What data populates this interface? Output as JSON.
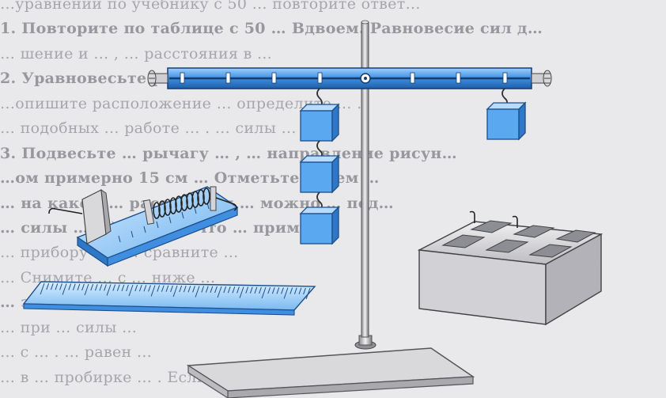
{
  "page": {
    "background_color": "#e9e9ec",
    "show_through_text_color": "#6f6f78"
  },
  "show_through_lines": [
    {
      "text": "…уравнений по учебнику с 50 … повторите ответ…",
      "bold": false
    },
    {
      "text": "1. Повторите по таблице с 50 … Вдвоем. Равновесие сил д…",
      "bold": true
    },
    {
      "text": "… шение и … , … расстояния в …",
      "bold": false
    },
    {
      "text": "2. Уравновесьте рычаг, … , в … концах тяг…",
      "bold": true
    },
    {
      "text": "…опишите расположение … определите … .",
      "bold": false
    },
    {
      "text": "… подобных … работе … . … силы …",
      "bold": false
    },
    {
      "text": "3. Подвесьте … рычагу … , … направление рисун…",
      "bold": true
    },
    {
      "text": "…ом примерно 15 см … Отметьте путем …",
      "bold": true
    },
    {
      "text": "… на каком … расстоянии … можно … под…",
      "bold": true
    },
    {
      "text": "… силы … (а) … (б) … что … прим…",
      "bold": true
    },
    {
      "text": "… прибору … . … сравните …",
      "bold": false
    },
    {
      "text": "… Снимите … с … ниже …",
      "bold": false
    },
    {
      "text": "… значения … таблицу … .",
      "bold": true
    },
    {
      "text": "… при … силы …",
      "bold": false
    },
    {
      "text": "… с … . … равен …",
      "bold": false
    },
    {
      "text": "… в … пробирке … . Если …",
      "bold": false
    }
  ],
  "figure": {
    "lever_color": "#3f8ee0",
    "lever_dark": "#1f5ea8",
    "cube_color": "#5aa8f0",
    "cube_top": "#b8dcff",
    "cube_side": "#2f78c8",
    "stand_color": "#c9c9cc",
    "metal_dark": "#6d6d72"
  }
}
